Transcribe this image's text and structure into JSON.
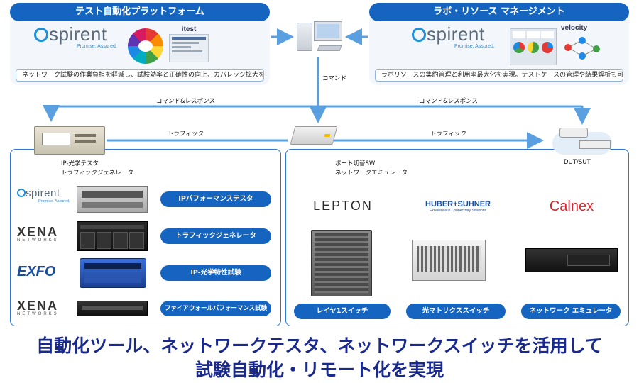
{
  "left_header": "テスト自動化プラットフォーム",
  "right_header": "ラボ・リソース マネージメント",
  "left_desc": "ネットワーク試験の作業負担を軽減し、試験効率と正確性の向上、カバレッジ拡大を実現",
  "right_desc": "ラボリソースの集約管理と利用率最大化を実現。テストケースの管理や結果解析も可能",
  "spirent_logo": "spirent",
  "spirent_tagline": "Promise. Assured.",
  "itest_logo": "itest",
  "velocity_logo": "velocity",
  "command_label": "コマンド",
  "cmd_resp_left": "コマンド&レスポンス",
  "cmd_resp_right": "コマンド&レスポンス",
  "traffic_left": "トラフィック",
  "traffic_right": "トラフィック",
  "tester_label_1": "IP-光学テスタ",
  "tester_label_2": "トラフィックジェネレータ",
  "switch_label_1": "ポート切替SW",
  "switch_label_2": "ネットワークエミュレータ",
  "dut_label": "DUT/SUT",
  "left_rows": [
    {
      "logo": "spirent",
      "logo_sub": "Promise. Assured.",
      "button": "IPパフォーマンステスタ"
    },
    {
      "logo": "XENA",
      "logo_sub": "NETWORKS",
      "button": "トラフィックジェネレータ"
    },
    {
      "logo": "EXFO",
      "logo_sub": "",
      "button": "IP-光学特性試験"
    },
    {
      "logo": "XENA",
      "logo_sub": "NETWORKS",
      "button": "ファイアウォールパフォーマンス試験"
    }
  ],
  "right_cols": [
    {
      "logo": "LEPTON",
      "button": "レイヤ1スイッチ"
    },
    {
      "logo": "HUBER+SUHNER",
      "logo_sub": "Excellence in Connectivity Solutions",
      "button": "光マトリクススイッチ"
    },
    {
      "logo": "Calnex",
      "button": "ネットワーク エミュレータ"
    }
  ],
  "footer_line1": "自動化ツール、ネットワークテスタ、ネットワークスイッチを活用して",
  "footer_line2": "試験自動化・リモート化を実現",
  "colors": {
    "primary_blue": "#1565c0",
    "arrow_blue": "#5aa0e0",
    "footer_navy": "#1a2a8c",
    "calnex_red": "#d8242c"
  }
}
